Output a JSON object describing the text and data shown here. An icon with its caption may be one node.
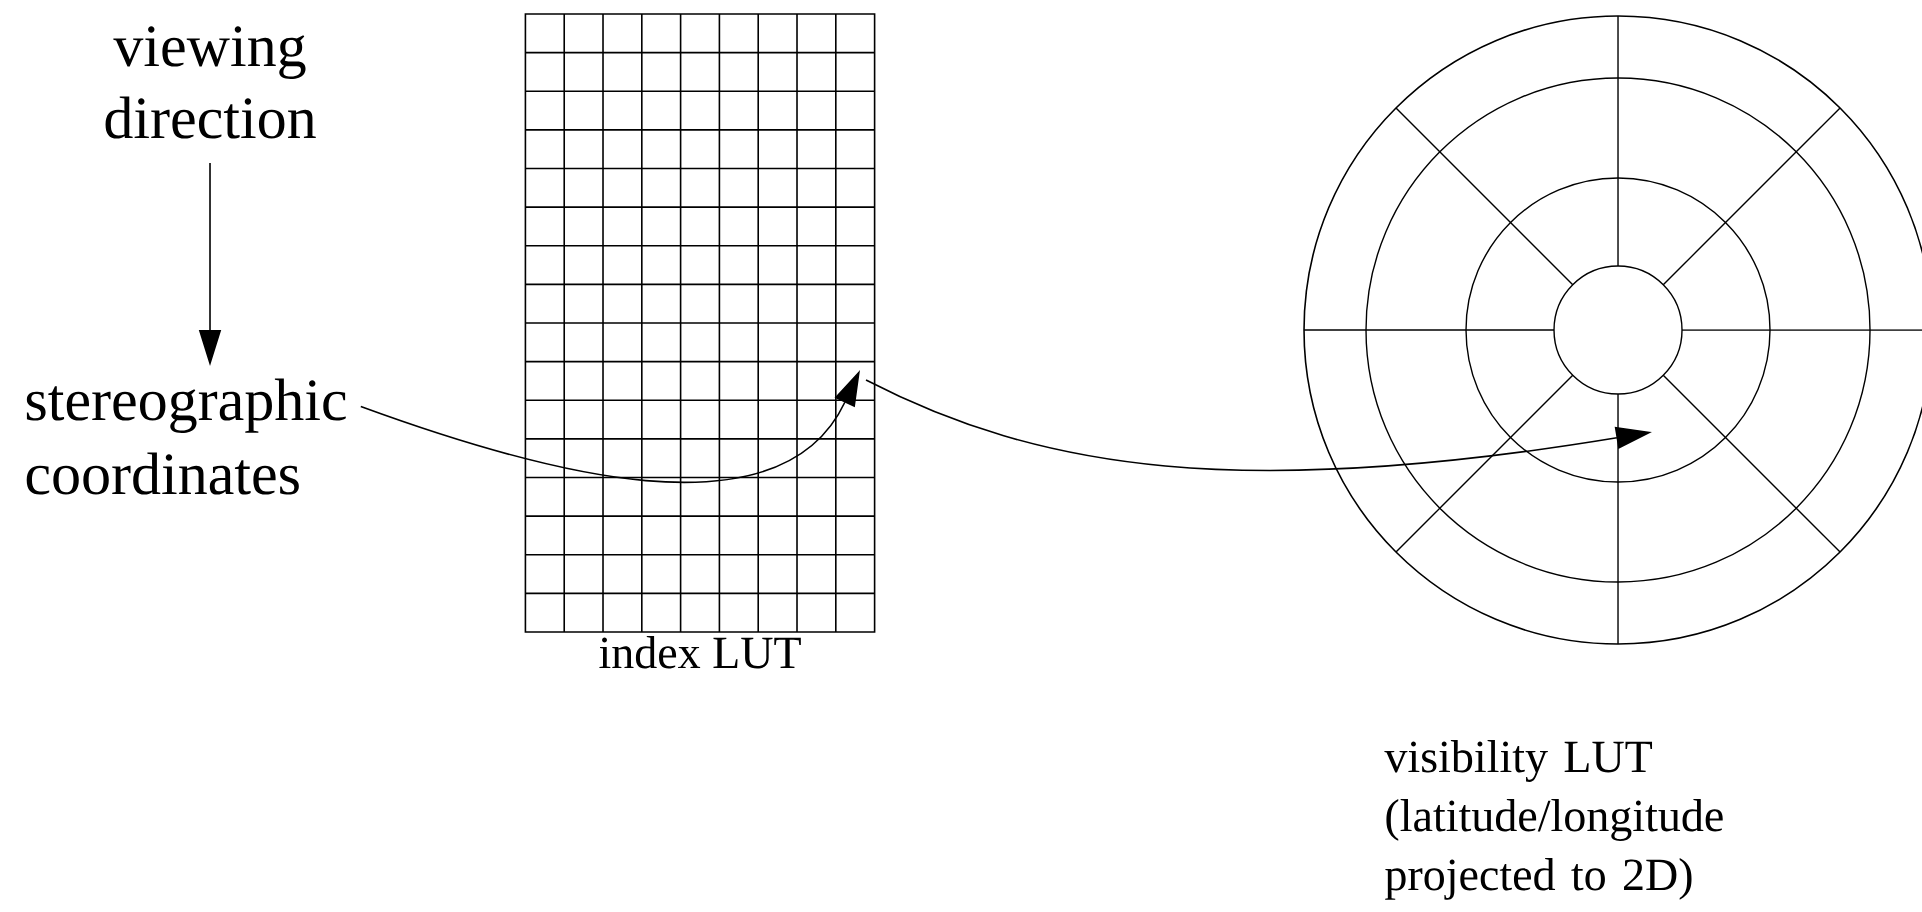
{
  "diagram": {
    "nodes": [
      {
        "text": [
          "viewing direction"
        ]
      },
      {
        "text": [
          "stereographic coordinates"
        ]
      },
      {
        "text": [
          "index LUT"
        ]
      },
      {
        "text": [
          "visibility LUT (latitude/longitude projected to 2D)"
        ]
      }
    ],
    "edges": [
      {
        "from": 0,
        "to": 1,
        "arrow": "to"
      },
      {
        "from": 1,
        "to": 2,
        "arrow": "to"
      },
      {
        "from": 2,
        "to": 3,
        "arrow": "to"
      }
    ]
  }
}
